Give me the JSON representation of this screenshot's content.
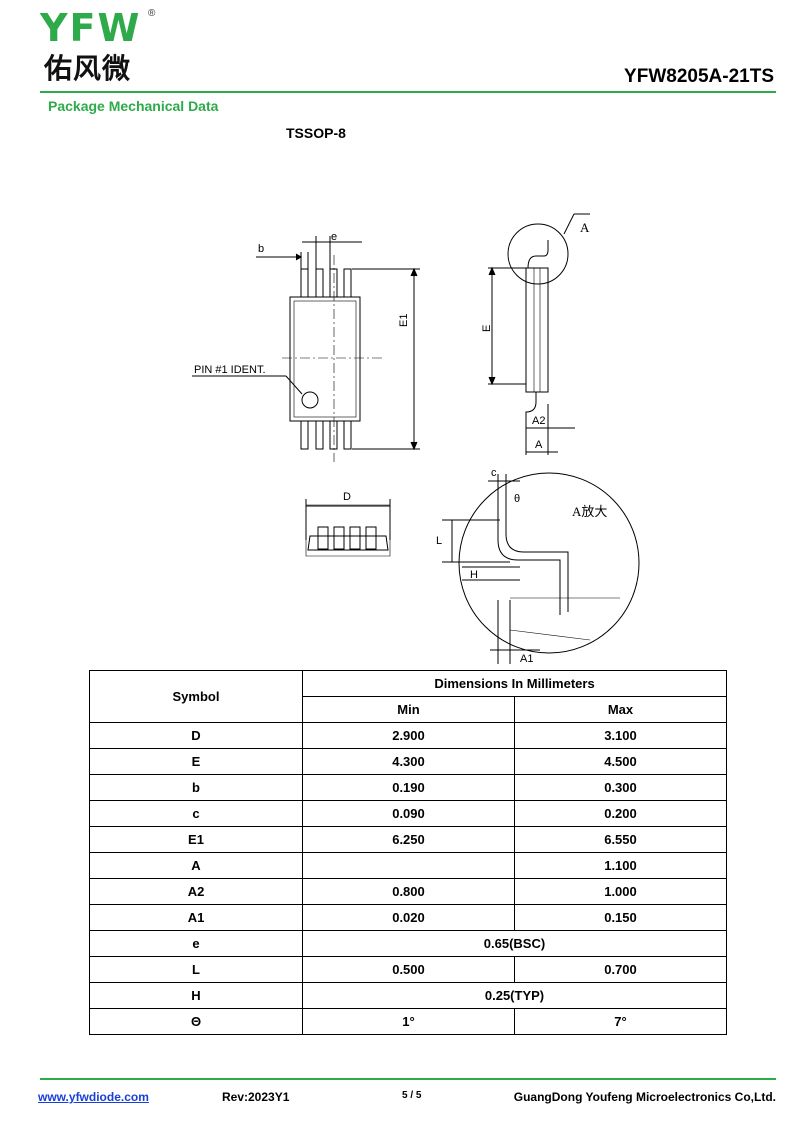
{
  "header": {
    "logo_letters": "YFW",
    "logo_cn": "佑风微",
    "logo_registered": "®",
    "part_number": "YFW8205A-21TS",
    "brand_color": "#2eaa4a"
  },
  "section_title": "Package Mechanical Data",
  "package_name": "TSSOP-8",
  "drawing_labels": {
    "b": "b",
    "e": "e",
    "E1": "E1",
    "E": "E",
    "pin1": "PIN #1 IDENT.",
    "A_detail": "A",
    "A2": "A2",
    "A": "A",
    "D": "D",
    "c": "c",
    "theta": "θ",
    "L": "L",
    "H": "H",
    "A1": "A1",
    "zoom": "A放大"
  },
  "table": {
    "header_symbol": "Symbol",
    "header_group": "Dimensions In Millimeters",
    "header_min": "Min",
    "header_max": "Max",
    "rows": [
      {
        "symbol": "D",
        "min": "2.900",
        "max": "3.100"
      },
      {
        "symbol": "E",
        "min": "4.300",
        "max": "4.500"
      },
      {
        "symbol": "b",
        "min": "0.190",
        "max": "0.300"
      },
      {
        "symbol": "c",
        "min": "0.090",
        "max": "0.200"
      },
      {
        "symbol": "E1",
        "min": "6.250",
        "max": "6.550"
      },
      {
        "symbol": "A",
        "min": "",
        "max": "1.100"
      },
      {
        "symbol": "A2",
        "min": "0.800",
        "max": "1.000"
      },
      {
        "symbol": "A1",
        "min": "0.020",
        "max": "0.150"
      },
      {
        "symbol": "e",
        "merged": "0.65(BSC)"
      },
      {
        "symbol": "L",
        "min": "0.500",
        "max": "0.700"
      },
      {
        "symbol": "H",
        "merged": "0.25(TYP)"
      },
      {
        "symbol": "Θ",
        "min": "1°",
        "max": "7°"
      }
    ]
  },
  "footer": {
    "website": "www.yfwdiode.com",
    "revision": "Rev:2023Y1",
    "page": "5 / 5",
    "company": "GuangDong Youfeng Microelectronics Co,Ltd."
  }
}
